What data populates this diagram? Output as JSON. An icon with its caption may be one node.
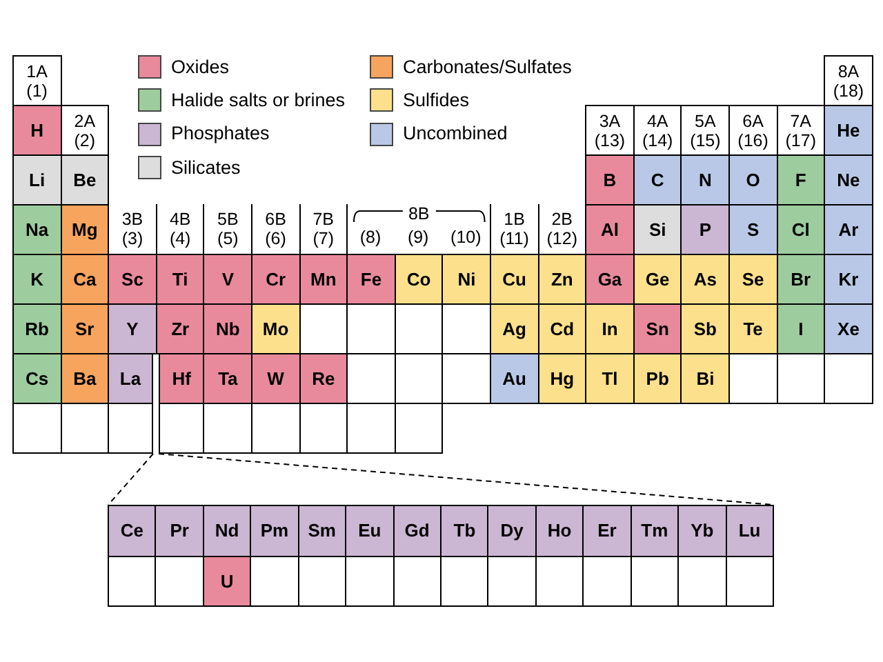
{
  "diagram": {
    "labels": [
      "1A (1)",
      "8A (18)",
      "H",
      "2A (2)",
      "3A (13)",
      "4A (14)",
      "5A (15)",
      "6A (16)",
      "7A (17)",
      "He",
      "Li",
      "Be",
      "B",
      "C",
      "N",
      "O",
      "F",
      "Ne",
      "Na",
      "Mg",
      "3B (3)",
      "4B (4)",
      "5B (5)",
      "6B (6)",
      "7B (7)",
      "8B",
      "(8)",
      "(9)",
      "(10)",
      "1B (11)",
      "2B (12)",
      "Al",
      "Si",
      "P",
      "S",
      "Cl",
      "Ar",
      "K",
      "Ca",
      "Sc",
      "Ti",
      "V",
      "Cr",
      "Mn",
      "Fe",
      "Co",
      "Ni",
      "Cu",
      "Zn",
      "Ga",
      "Ge",
      "As",
      "Se",
      "Br",
      "Kr",
      "Rb",
      "Sr",
      "Y",
      "Zr",
      "Nb",
      "Mo",
      "Ag",
      "Cd",
      "In",
      "Sn",
      "Sb",
      "Te",
      "I",
      "Xe",
      "Cs",
      "Ba",
      "La",
      "Hf",
      "Ta",
      "W",
      "Re",
      "Au",
      "Hg",
      "Tl",
      "Pb",
      "Bi",
      "Ce",
      "Pr",
      "Nd",
      "Pm",
      "Sm",
      "Eu",
      "Gd",
      "Tb",
      "Dy",
      "Ho",
      "Er",
      "Tm",
      "Yb",
      "Lu",
      "U"
    ],
    "legend": [
      {
        "text": "Oxides",
        "color": "#e88a9c"
      },
      {
        "text": "Halide salts or brines",
        "color": "#9dcc9e"
      },
      {
        "text": "Phosphates",
        "color": "#cbb6d3"
      },
      {
        "text": "Silicates",
        "color": "#dddddd"
      },
      {
        "text": "Carbonates/Sulfates",
        "color": "#f6a45e"
      },
      {
        "text": "Sulfides",
        "color": "#fde08c"
      },
      {
        "text": "Uncombined",
        "color": "#b8c8e6"
      }
    ]
  }
}
